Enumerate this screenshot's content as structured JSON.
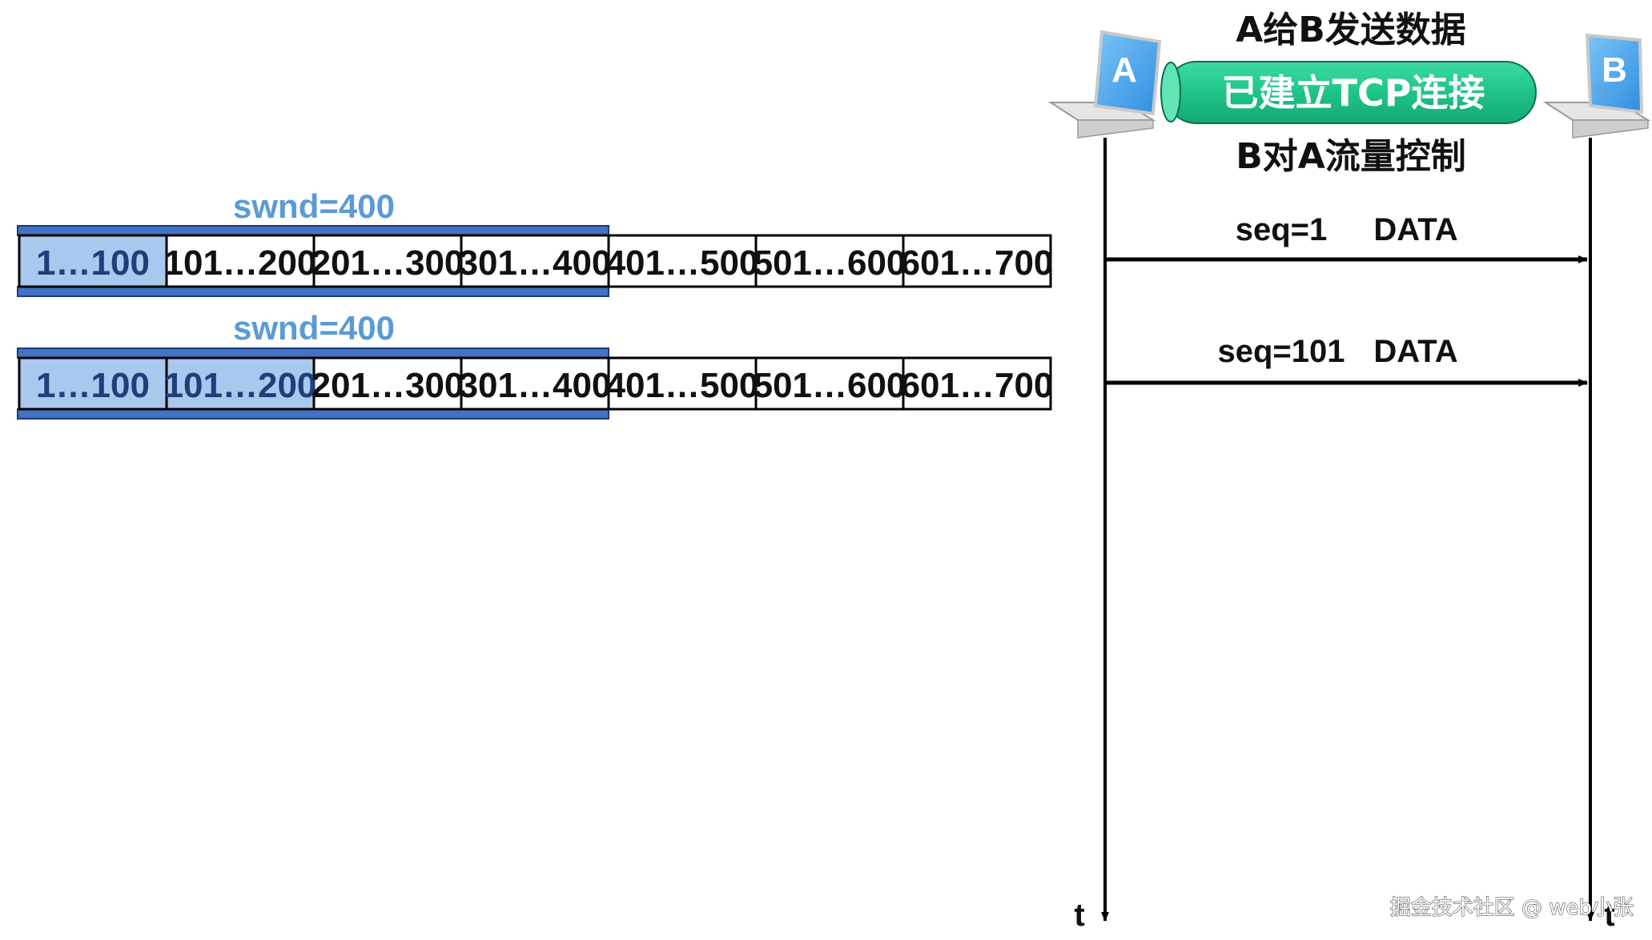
{
  "top_label": "A给B发送数据",
  "connection_label": "已建立TCP连接",
  "flow_control_label": "B对A流量控制",
  "hosts": {
    "a": "A",
    "b": "B"
  },
  "time_label_a": "t",
  "time_label_b": "t",
  "windows": [
    {
      "swnd_label": "swnd=400",
      "highlighted_count": 1,
      "cells": [
        "1…100",
        "101…200",
        "201…300",
        "301…400",
        "401…500",
        "501…600",
        "601…700"
      ]
    },
    {
      "swnd_label": "swnd=400",
      "highlighted_count": 2,
      "cells": [
        "1…100",
        "101…200",
        "201…300",
        "301…400",
        "401…500",
        "501…600",
        "601…700"
      ]
    }
  ],
  "messages": [
    {
      "seq": "seq=1",
      "payload": "DATA"
    },
    {
      "seq": "seq=101",
      "payload": "DATA"
    }
  ],
  "watermark": "掘金技术社区 @ web小张",
  "colors": {
    "swnd_text": "#5b9bd5",
    "window_bar": "#4472c4",
    "sent_cell": "#a9c8ee",
    "connection_pipe": "#1fc487",
    "laptop_screen": "#4aa6ef"
  }
}
